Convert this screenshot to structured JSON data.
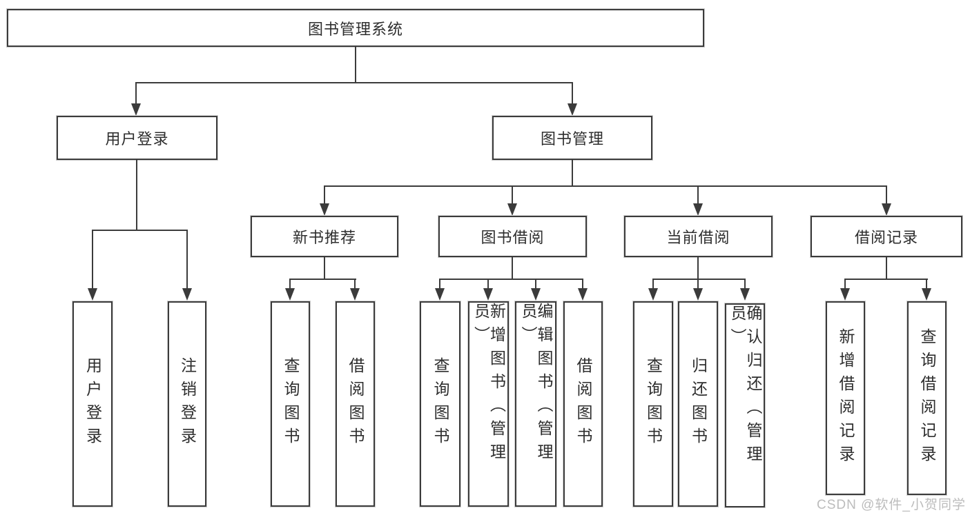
{
  "diagram": {
    "title": "图书管理系统",
    "type": "functional-structure-tree",
    "tree": {
      "label": "图书管理系统",
      "children": [
        {
          "label": "用户登录",
          "children": [
            {
              "label": "用户登录"
            },
            {
              "label": "注销登录"
            }
          ]
        },
        {
          "label": "图书管理",
          "children": [
            {
              "label": "新书推荐",
              "children": [
                {
                  "label": "查询图书"
                },
                {
                  "label": "借阅图书"
                }
              ]
            },
            {
              "label": "图书借阅",
              "children": [
                {
                  "label": "查询图书"
                },
                {
                  "label": "新增图书（管理员）"
                },
                {
                  "label": "编辑图书（管理员）"
                },
                {
                  "label": "借阅图书"
                }
              ]
            },
            {
              "label": "当前借阅",
              "children": [
                {
                  "label": "查询图书"
                },
                {
                  "label": "归还图书"
                },
                {
                  "label": "确认归还（管理员）"
                }
              ]
            },
            {
              "label": "借阅记录",
              "children": [
                {
                  "label": "新增借阅记录"
                },
                {
                  "label": "查询借阅记录"
                }
              ]
            }
          ]
        }
      ]
    }
  },
  "watermark": {
    "text": "CSDN @软件_小贺同学",
    "color": "#bcbcbc"
  },
  "colors": {
    "line": "#3b3b3b",
    "box_border": "#3b3b3b",
    "box_background": "#ffffff",
    "text": "#2d2d2d",
    "page_background": "#ffffff"
  }
}
